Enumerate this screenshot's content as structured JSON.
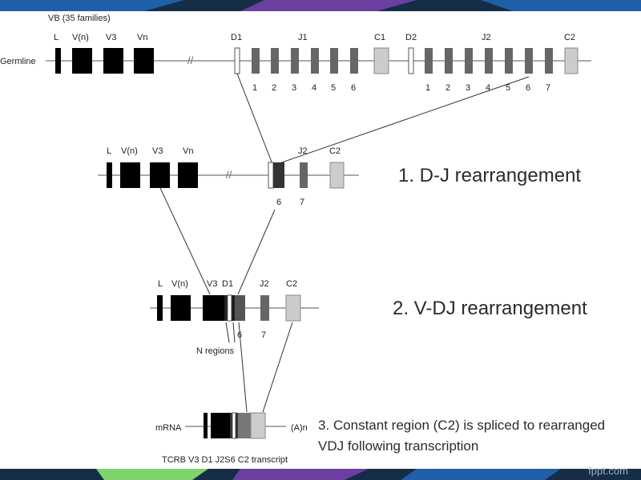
{
  "background": {
    "color": "#1a3550",
    "accent_blue": "#1e5fa8",
    "accent_purple": "#6a3fa0",
    "accent_green": "#7fd36b"
  },
  "germline": {
    "family_label": "VB (35 families)",
    "row_label": "Germline",
    "gene_labels": [
      "L",
      "V(n)",
      "V3",
      "Vn"
    ],
    "d1": "D1",
    "j1": "J1",
    "c1": "C1",
    "d2": "D2",
    "j2": "J2",
    "c2": "C2",
    "j1_numbers": [
      "1",
      "2",
      "3",
      "4",
      "5",
      "6"
    ],
    "j2_numbers": [
      "1",
      "2",
      "3",
      "4",
      "5",
      "6",
      "7"
    ],
    "break_mark": "//"
  },
  "dj": {
    "gene_labels": [
      "L",
      "V(n)",
      "V3",
      "Vn"
    ],
    "j2": "J2",
    "c2": "C2",
    "numbers": [
      "6",
      "7"
    ],
    "break_mark": "//",
    "step_text": "1. D-J rearrangement"
  },
  "vdj": {
    "gene_labels": [
      "L",
      "V(n)",
      "V3",
      "D1"
    ],
    "j2": "J2",
    "c2": "C2",
    "numbers": [
      "6",
      "7"
    ],
    "n_regions": "N regions",
    "step_text": "2. V-DJ rearrangement"
  },
  "mrna": {
    "row_label": "mRNA",
    "poly_a": "(A)n",
    "caption": "TCRB V3 D1 J2S6 C2 transcript",
    "step_line1": "3. Constant region (C2) is spliced to rearranged",
    "step_line2": "VDJ following transcription"
  },
  "footer": {
    "brand": "fppt.com"
  }
}
